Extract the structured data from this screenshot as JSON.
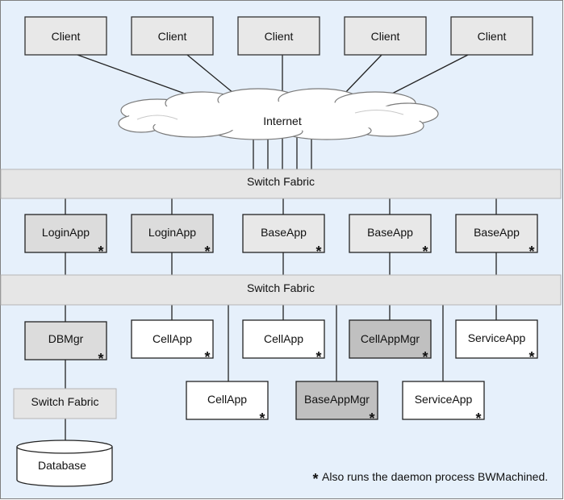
{
  "clients": [
    "Client",
    "Client",
    "Client",
    "Client",
    "Client"
  ],
  "internet_label": "Internet",
  "fabric_top_label": "Switch Fabric",
  "fabric_mid_label": "Switch Fabric",
  "fabric_db_label": "Switch Fabric",
  "row1": [
    "LoginApp",
    "LoginApp",
    "BaseApp",
    "BaseApp",
    "BaseApp"
  ],
  "row2_upper": [
    "DBMgr",
    "CellApp",
    "CellApp",
    "CellAppMgr",
    "ServiceApp"
  ],
  "row2_lower": [
    "CellApp",
    "BaseAppMgr",
    "ServiceApp"
  ],
  "database_label": "Database",
  "daemon_marker": "*",
  "footnote": "Also runs the daemon process BWMachined.",
  "colors": {
    "background": "#e6f0fb",
    "border": "#808080",
    "box_light": "#e8e8e8",
    "box_white": "#ffffff",
    "box_gray": "#c0c0c0",
    "fabric": "#e6e6e6"
  }
}
